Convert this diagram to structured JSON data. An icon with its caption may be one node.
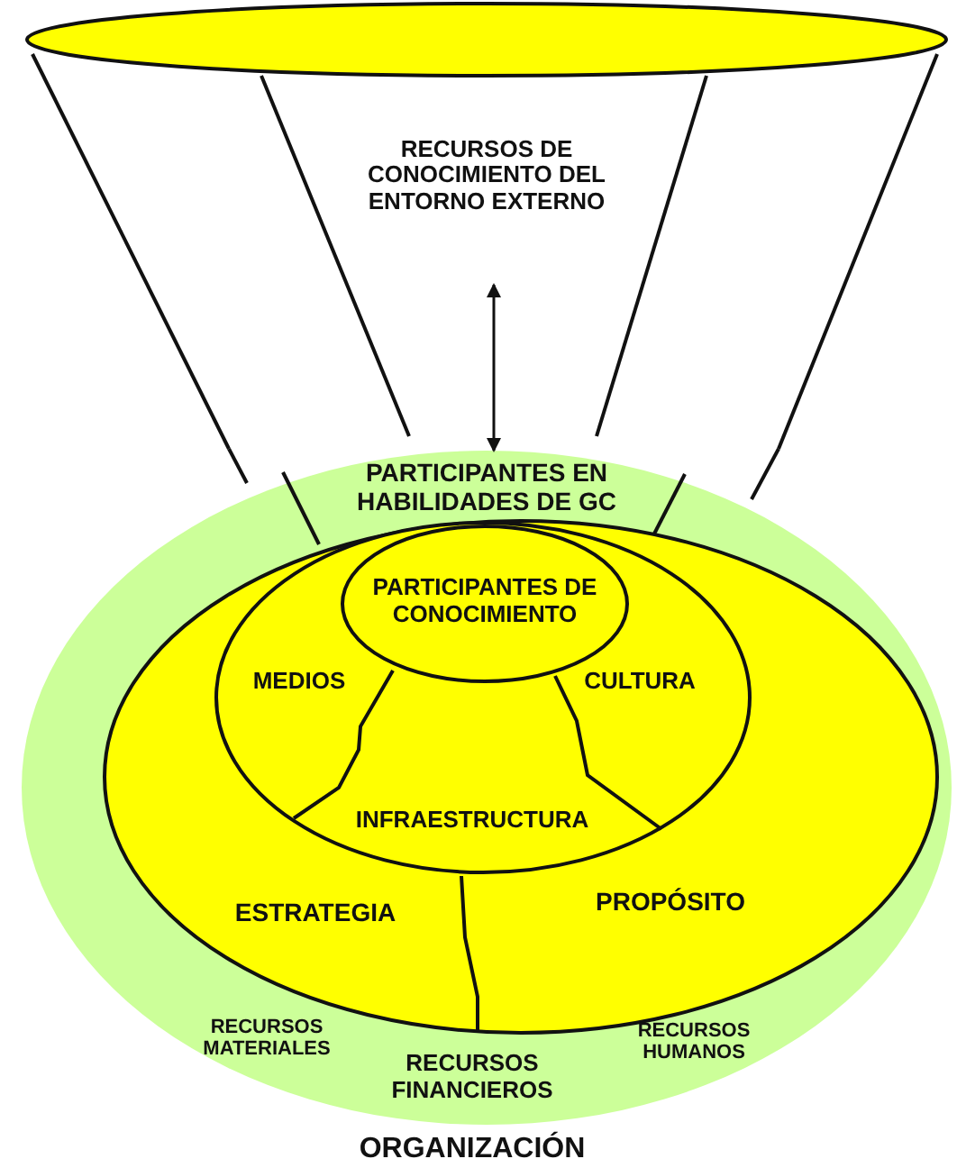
{
  "diagram": {
    "nodes": [
      {
        "text": [
          "PARTICIPANTES EN HABILIDADES DE GC",
          "RECURSOS MATERIALES",
          "RECURSOS FINANCIEROS",
          "RECURSOS HUMANOS",
          "ORGANIZACIÓN"
        ]
      },
      {
        "text": [
          "ESTRATEGIA",
          "PROPÓSITO"
        ],
        "in": 0
      },
      {
        "text": [
          "MEDIOS",
          "CULTURA",
          "INFRAESTRUCTURA"
        ],
        "in": 1
      },
      {
        "text": [
          "PARTICIPANTES DE CONOCIMIENTO"
        ],
        "in": 2
      },
      {
        "text": [
          "RECURSOS DE CONOCIMIENTO DEL ENTORNO EXTERNO"
        ]
      }
    ],
    "edges": [
      {
        "from": 4,
        "to": 0,
        "arrow": "both"
      }
    ]
  }
}
